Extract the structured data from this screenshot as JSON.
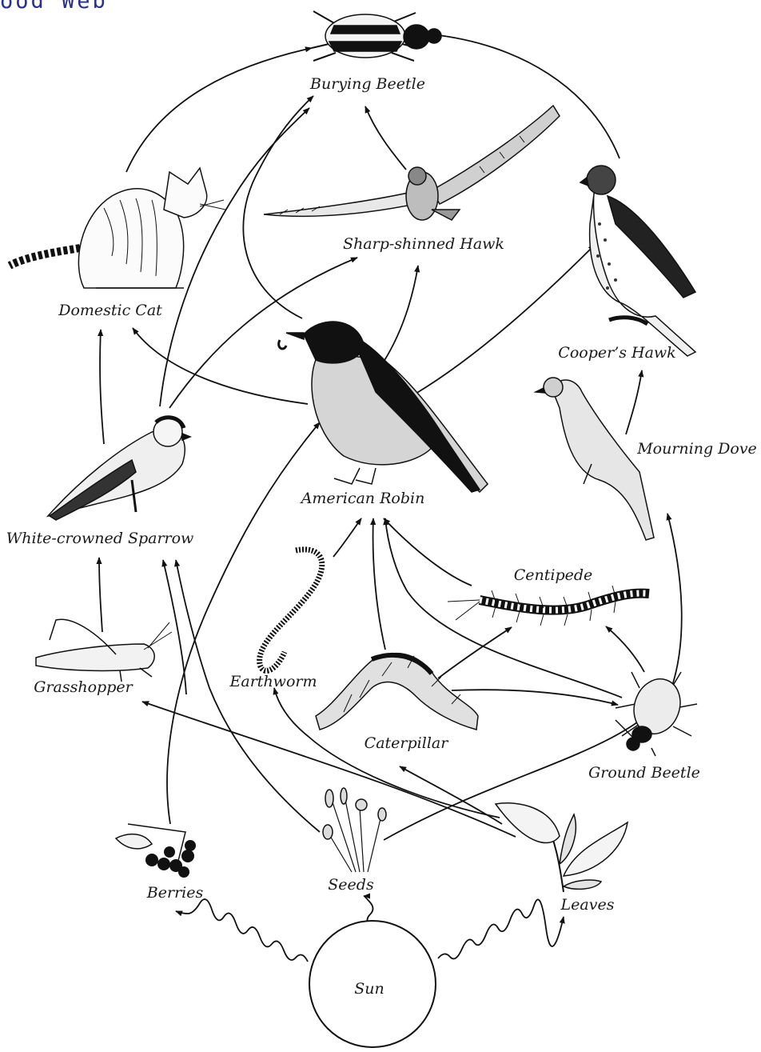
{
  "title": "ood Web",
  "colors": {
    "title": "#2b2f8c",
    "ink": "#1a1a1a"
  },
  "organisms": {
    "burying_beetle": "Burying Beetle",
    "sharp_shinned_hawk": "Sharp-shinned Hawk",
    "domestic_cat": "Domestic Cat",
    "coopers_hawk": "Cooper’s Hawk",
    "mourning_dove": "Mourning Dove",
    "american_robin": "American Robin",
    "white_crowned_sparrow": "White-crowned Sparrow",
    "centipede": "Centipede",
    "grasshopper": "Grasshopper",
    "earthworm": "Earthworm",
    "caterpillar": "Caterpillar",
    "ground_beetle": "Ground Beetle",
    "berries": "Berries",
    "seeds": "Seeds",
    "leaves": "Leaves",
    "sun": "Sun"
  }
}
